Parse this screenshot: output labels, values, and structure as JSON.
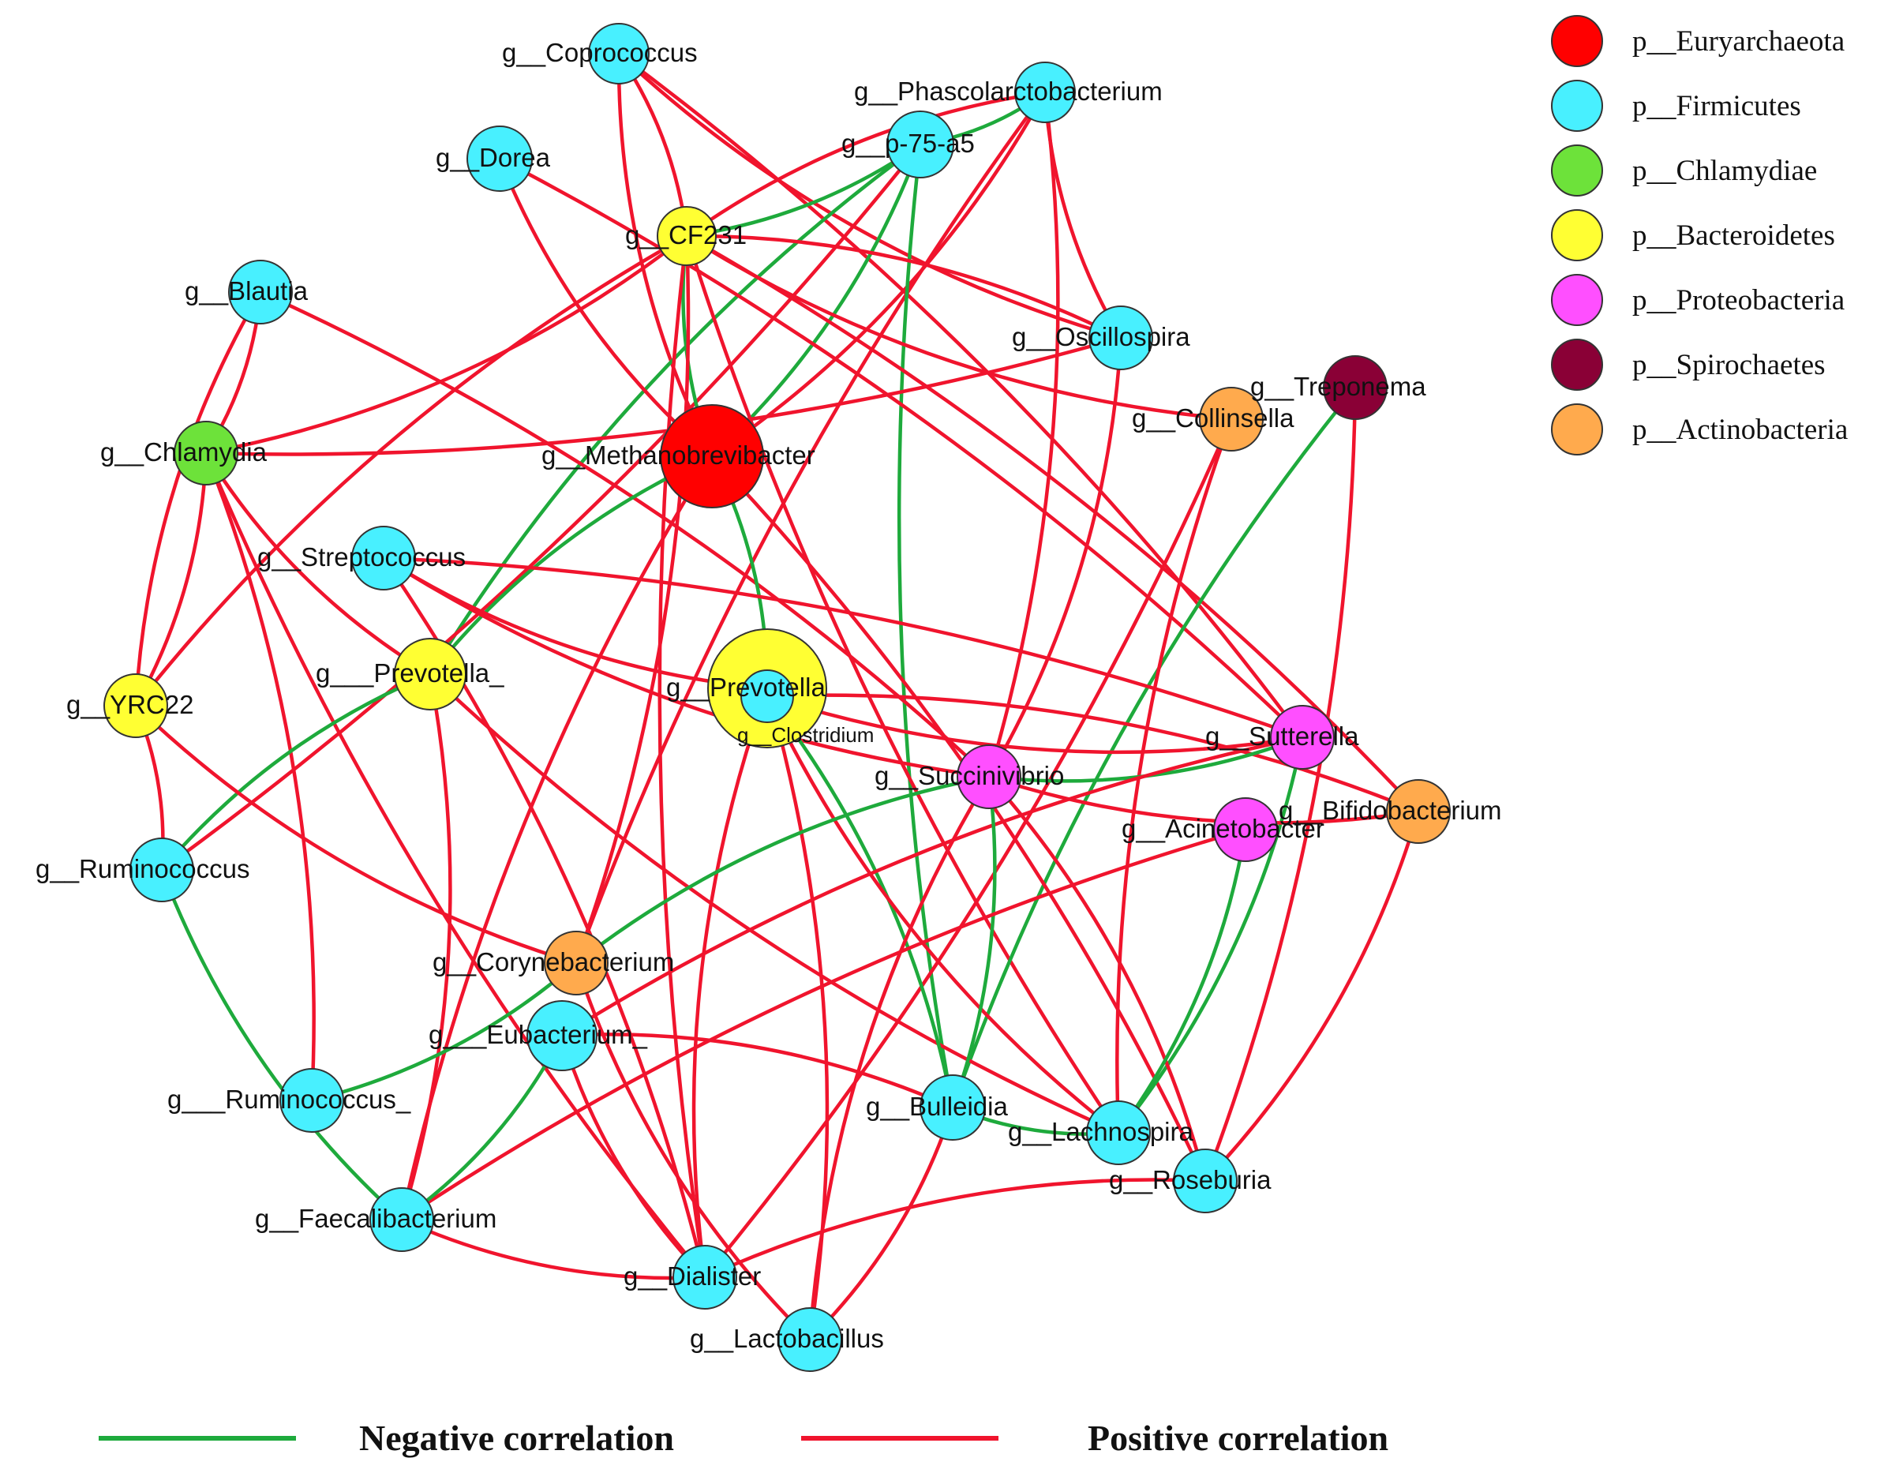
{
  "network": {
    "nodes": [
      {
        "id": "coprococcus",
        "label": "g__Coprococcus",
        "phylum": "p__Firmicutes"
      },
      {
        "id": "phascolarctobacterium",
        "label": "g__Phascolarctobacterium",
        "phylum": "p__Firmicutes"
      },
      {
        "id": "p75a5",
        "label": "g__p-75-a5",
        "phylum": "p__Firmicutes"
      },
      {
        "id": "dorea",
        "label": "g__Dorea",
        "phylum": "p__Firmicutes"
      },
      {
        "id": "cf231",
        "label": "g__CF231",
        "phylum": "p__Bacteroidetes"
      },
      {
        "id": "blautia",
        "label": "g__Blautia",
        "phylum": "p__Firmicutes"
      },
      {
        "id": "oscillospira",
        "label": "g__Oscillospira",
        "phylum": "p__Firmicutes"
      },
      {
        "id": "treponema",
        "label": "g__Treponema",
        "phylum": "p__Spirochaetes"
      },
      {
        "id": "collinsella",
        "label": "g__Collinsella",
        "phylum": "p__Actinobacteria"
      },
      {
        "id": "chlamydia",
        "label": "g__Chlamydia",
        "phylum": "p__Chlamydiae"
      },
      {
        "id": "methanobrevibacter",
        "label": "g__Methanobrevibacter",
        "phylum": "p__Euryarchaeota"
      },
      {
        "id": "streptococcus",
        "label": "g__Streptococcus",
        "phylum": "p__Firmicutes"
      },
      {
        "id": "prevotella_",
        "label": "g___Prevotella_",
        "phylum": "p__Bacteroidetes"
      },
      {
        "id": "prevotella",
        "label": "g__Prevotella",
        "phylum": "p__Bacteroidetes"
      },
      {
        "id": "clostridium",
        "label": "g__Clostridium",
        "phylum": "p__Firmicutes"
      },
      {
        "id": "yrc22",
        "label": "g__YRC22",
        "phylum": "p__Bacteroidetes"
      },
      {
        "id": "sutterella",
        "label": "g__Sutterella",
        "phylum": "p__Proteobacteria"
      },
      {
        "id": "succinivibrio",
        "label": "g__Succinivibrio",
        "phylum": "p__Proteobacteria"
      },
      {
        "id": "bifidobacterium",
        "label": "g__Bifidobacterium",
        "phylum": "p__Actinobacteria"
      },
      {
        "id": "acinetobacter",
        "label": "g__Acinetobacter",
        "phylum": "p__Proteobacteria"
      },
      {
        "id": "ruminococcus",
        "label": "g__Ruminococcus",
        "phylum": "p__Firmicutes"
      },
      {
        "id": "corynebacterium",
        "label": "g__Corynebacterium",
        "phylum": "p__Actinobacteria"
      },
      {
        "id": "eubacterium_",
        "label": "g___Eubacterium_",
        "phylum": "p__Firmicutes"
      },
      {
        "id": "ruminococcus_",
        "label": "g___Ruminococcus_",
        "phylum": "p__Firmicutes"
      },
      {
        "id": "bulleidia",
        "label": "g__Bulleidia",
        "phylum": "p__Firmicutes"
      },
      {
        "id": "lachnospira",
        "label": "g__Lachnospira",
        "phylum": "p__Firmicutes"
      },
      {
        "id": "roseburia",
        "label": "g__Roseburia",
        "phylum": "p__Firmicutes"
      },
      {
        "id": "faecalibacterium",
        "label": "g__Faecalibacterium",
        "phylum": "p__Firmicutes"
      },
      {
        "id": "dialister",
        "label": "g__Dialister",
        "phylum": "p__Firmicutes"
      },
      {
        "id": "lactobacillus",
        "label": "g__Lactobacillus",
        "phylum": "p__Firmicutes"
      }
    ],
    "edges": [
      {
        "source": "coprococcus",
        "target": "cf231",
        "sign": "positive"
      },
      {
        "source": "coprococcus",
        "target": "methanobrevibacter",
        "sign": "positive"
      },
      {
        "source": "coprococcus",
        "target": "sutterella",
        "sign": "positive"
      },
      {
        "source": "coprococcus",
        "target": "oscillospira",
        "sign": "positive"
      },
      {
        "source": "phascolarctobacterium",
        "target": "p75a5",
        "sign": "negative"
      },
      {
        "source": "phascolarctobacterium",
        "target": "cf231",
        "sign": "positive"
      },
      {
        "source": "phascolarctobacterium",
        "target": "methanobrevibacter",
        "sign": "positive"
      },
      {
        "source": "phascolarctobacterium",
        "target": "oscillospira",
        "sign": "positive"
      },
      {
        "source": "phascolarctobacterium",
        "target": "succinivibrio",
        "sign": "positive"
      },
      {
        "source": "phascolarctobacterium",
        "target": "corynebacterium",
        "sign": "positive"
      },
      {
        "source": "p75a5",
        "target": "cf231",
        "sign": "negative"
      },
      {
        "source": "p75a5",
        "target": "prevotella_",
        "sign": "negative"
      },
      {
        "source": "p75a5",
        "target": "methanobrevibacter",
        "sign": "negative"
      },
      {
        "source": "p75a5",
        "target": "bulleidia",
        "sign": "negative"
      },
      {
        "source": "p75a5",
        "target": "ruminococcus",
        "sign": "positive"
      },
      {
        "source": "dorea",
        "target": "methanobrevibacter",
        "sign": "positive"
      },
      {
        "source": "dorea",
        "target": "sutterella",
        "sign": "positive"
      },
      {
        "source": "cf231",
        "target": "methanobrevibacter",
        "sign": "negative"
      },
      {
        "source": "cf231",
        "target": "oscillospira",
        "sign": "positive"
      },
      {
        "source": "cf231",
        "target": "collinsella",
        "sign": "positive"
      },
      {
        "source": "cf231",
        "target": "chlamydia",
        "sign": "positive"
      },
      {
        "source": "cf231",
        "target": "yrc22",
        "sign": "positive"
      },
      {
        "source": "cf231",
        "target": "corynebacterium",
        "sign": "positive"
      },
      {
        "source": "cf231",
        "target": "dialister",
        "sign": "positive"
      },
      {
        "source": "cf231",
        "target": "bifidobacterium",
        "sign": "positive"
      },
      {
        "source": "cf231",
        "target": "lachnospira",
        "sign": "positive"
      },
      {
        "source": "blautia",
        "target": "chlamydia",
        "sign": "positive"
      },
      {
        "source": "blautia",
        "target": "yrc22",
        "sign": "positive"
      },
      {
        "source": "blautia",
        "target": "succinivibrio",
        "sign": "positive"
      },
      {
        "source": "chlamydia",
        "target": "oscillospira",
        "sign": "positive"
      },
      {
        "source": "chlamydia",
        "target": "yrc22",
        "sign": "positive"
      },
      {
        "source": "chlamydia",
        "target": "prevotella_",
        "sign": "positive"
      },
      {
        "source": "chlamydia",
        "target": "ruminococcus_",
        "sign": "positive"
      },
      {
        "source": "chlamydia",
        "target": "dialister",
        "sign": "positive"
      },
      {
        "source": "oscillospira",
        "target": "succinivibrio",
        "sign": "positive"
      },
      {
        "source": "treponema",
        "target": "bulleidia",
        "sign": "negative"
      },
      {
        "source": "treponema",
        "target": "roseburia",
        "sign": "positive"
      },
      {
        "source": "collinsella",
        "target": "lachnospira",
        "sign": "positive"
      },
      {
        "source": "collinsella",
        "target": "dialister",
        "sign": "positive"
      },
      {
        "source": "methanobrevibacter",
        "target": "prevotella_",
        "sign": "negative"
      },
      {
        "source": "methanobrevibacter",
        "target": "prevotella",
        "sign": "negative"
      },
      {
        "source": "methanobrevibacter",
        "target": "faecalibacterium",
        "sign": "positive"
      },
      {
        "source": "methanobrevibacter",
        "target": "roseburia",
        "sign": "positive"
      },
      {
        "source": "streptococcus",
        "target": "prevotella",
        "sign": "positive"
      },
      {
        "source": "streptococcus",
        "target": "sutterella",
        "sign": "positive"
      },
      {
        "source": "streptococcus",
        "target": "succinivibrio",
        "sign": "positive"
      },
      {
        "source": "streptococcus",
        "target": "dialister",
        "sign": "positive"
      },
      {
        "source": "prevotella_",
        "target": "ruminococcus",
        "sign": "negative"
      },
      {
        "source": "prevotella_",
        "target": "faecalibacterium",
        "sign": "positive"
      },
      {
        "source": "prevotella_",
        "target": "lachnospira",
        "sign": "positive"
      },
      {
        "source": "prevotella",
        "target": "lactobacillus",
        "sign": "positive"
      },
      {
        "source": "prevotella",
        "target": "dialister",
        "sign": "positive"
      },
      {
        "source": "clostridium",
        "target": "bulleidia",
        "sign": "negative"
      },
      {
        "source": "clostridium",
        "target": "lachnospira",
        "sign": "positive"
      },
      {
        "source": "clostridium",
        "target": "bifidobacterium",
        "sign": "positive"
      },
      {
        "source": "clostridium",
        "target": "sutterella",
        "sign": "positive"
      },
      {
        "source": "yrc22",
        "target": "ruminococcus",
        "sign": "positive"
      },
      {
        "source": "yrc22",
        "target": "corynebacterium",
        "sign": "positive"
      },
      {
        "source": "sutterella",
        "target": "succinivibrio",
        "sign": "negative"
      },
      {
        "source": "sutterella",
        "target": "eubacterium_",
        "sign": "positive"
      },
      {
        "source": "sutterella",
        "target": "lachnospira",
        "sign": "negative"
      },
      {
        "source": "succinivibrio",
        "target": "corynebacterium",
        "sign": "negative"
      },
      {
        "source": "succinivibrio",
        "target": "bulleidia",
        "sign": "negative"
      },
      {
        "source": "succinivibrio",
        "target": "lactobacillus",
        "sign": "positive"
      },
      {
        "source": "succinivibrio",
        "target": "roseburia",
        "sign": "positive"
      },
      {
        "source": "succinivibrio",
        "target": "bifidobacterium",
        "sign": "positive"
      },
      {
        "source": "acinetobacter",
        "target": "lachnospira",
        "sign": "negative"
      },
      {
        "source": "acinetobacter",
        "target": "faecalibacterium",
        "sign": "positive"
      },
      {
        "source": "bifidobacterium",
        "target": "roseburia",
        "sign": "positive"
      },
      {
        "source": "ruminococcus",
        "target": "faecalibacterium",
        "sign": "negative"
      },
      {
        "source": "corynebacterium",
        "target": "ruminococcus_",
        "sign": "negative"
      },
      {
        "source": "corynebacterium",
        "target": "lactobacillus",
        "sign": "positive"
      },
      {
        "source": "eubacterium_",
        "target": "faecalibacterium",
        "sign": "negative"
      },
      {
        "source": "eubacterium_",
        "target": "dialister",
        "sign": "positive"
      },
      {
        "source": "eubacterium_",
        "target": "bulleidia",
        "sign": "positive"
      },
      {
        "source": "bulleidia",
        "target": "lachnospira",
        "sign": "negative"
      },
      {
        "source": "bulleidia",
        "target": "lactobacillus",
        "sign": "positive"
      },
      {
        "source": "faecalibacterium",
        "target": "dialister",
        "sign": "positive"
      },
      {
        "source": "dialister",
        "target": "roseburia",
        "sign": "positive"
      }
    ]
  },
  "legend": {
    "phyla": [
      {
        "label": "p__Euryarchaeota",
        "color": "#ff0000"
      },
      {
        "label": "p__Firmicutes",
        "color": "#48f0ff"
      },
      {
        "label": "p__Chlamydiae",
        "color": "#6de23a"
      },
      {
        "label": "p__Bacteroidetes",
        "color": "#ffff33"
      },
      {
        "label": "p__Proteobacteria",
        "color": "#ff4fff"
      },
      {
        "label": "p__Spirochaetes",
        "color": "#8a0036"
      },
      {
        "label": "p__Actinobacteria",
        "color": "#ffaa4d"
      }
    ],
    "edges": [
      {
        "label": "Negative correlation",
        "color": "#1eaa3c"
      },
      {
        "label": "Positive correlation",
        "color": "#f0142d"
      }
    ]
  }
}
